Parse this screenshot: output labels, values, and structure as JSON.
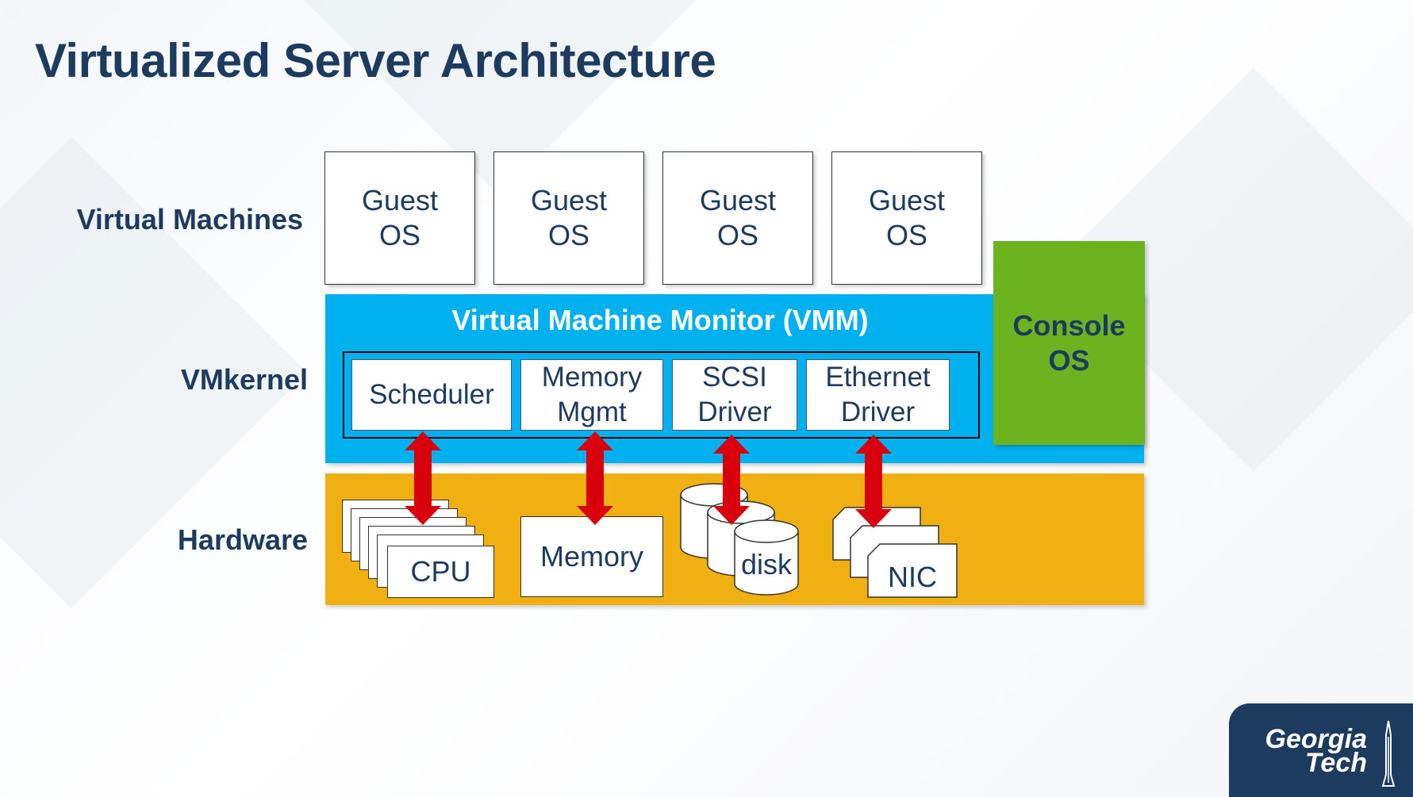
{
  "title": "Virtualized Server Architecture",
  "labels": {
    "virtual_machines": "Virtual Machines",
    "vmkernel": "VMkernel",
    "hardware": "Hardware"
  },
  "guests": [
    {
      "line1": "Guest",
      "line2": "OS"
    },
    {
      "line1": "Guest",
      "line2": "OS"
    },
    {
      "line1": "Guest",
      "line2": "OS"
    },
    {
      "line1": "Guest",
      "line2": "OS"
    }
  ],
  "vmm": {
    "title": "Virtual Machine Monitor (VMM)",
    "modules": [
      {
        "line1": "Scheduler",
        "line2": ""
      },
      {
        "line1": "Memory",
        "line2": "Mgmt"
      },
      {
        "line1": "SCSI",
        "line2": "Driver"
      },
      {
        "line1": "Ethernet",
        "line2": "Driver"
      }
    ]
  },
  "console": {
    "line1": "Console",
    "line2": "OS"
  },
  "hardware": {
    "cpu": "CPU",
    "memory": "Memory",
    "disk": "disk",
    "nic": "NIC"
  },
  "logo": {
    "line1": "Georgia",
    "line2": "Tech"
  },
  "colors": {
    "title": "#1c3b5e",
    "vmm": "#00b0ef",
    "console": "#6db21f",
    "hardware": "#f0b011",
    "arrow": "#d9000d"
  }
}
